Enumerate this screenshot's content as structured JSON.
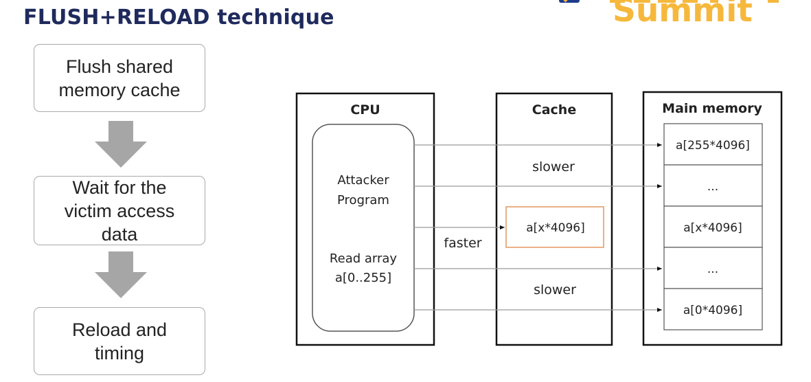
{
  "title": "FLUSH+RELOAD technique",
  "logo": {
    "text": "Summit"
  },
  "steps": [
    {
      "label": "Flush shared\nmemory cache"
    },
    {
      "label": "Wait for the\nvictim access\ndata"
    },
    {
      "label": "Reload and\ntiming"
    }
  ],
  "diagram": {
    "cpu": {
      "heading": "CPU",
      "program_line1": "Attacker",
      "program_line2": "Program",
      "read_line1": "Read array",
      "read_line2": "a[0..255]"
    },
    "cache": {
      "heading": "Cache",
      "entry": "a[x*4096]"
    },
    "memory": {
      "heading": "Main memory",
      "cells": [
        "a[255*4096]",
        "...",
        "a[x*4096]",
        "...",
        "a[0*4096]"
      ]
    },
    "labels": {
      "slower_top": "slower",
      "faster": "faster",
      "slower_bottom": "slower"
    },
    "colors": {
      "box_border": "#111111",
      "cache_entry_border": "#e8a878",
      "arrow": "#9a9a9a"
    }
  }
}
